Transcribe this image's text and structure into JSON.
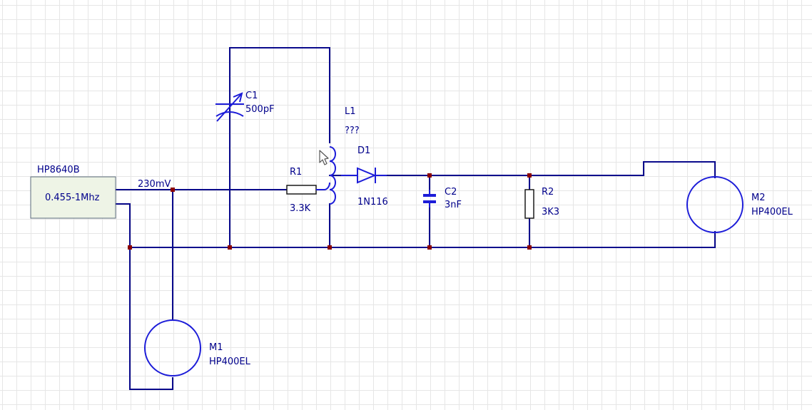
{
  "source": {
    "name": "HP8640B",
    "freq": "0.455-1Mhz",
    "level": "230mV"
  },
  "c1": {
    "ref": "C1",
    "value": "500pF"
  },
  "l1": {
    "ref": "L1",
    "value": "???"
  },
  "d1": {
    "ref": "D1",
    "value": "1N116"
  },
  "r1": {
    "ref": "R1",
    "value": "3.3K"
  },
  "c2": {
    "ref": "C2",
    "value": "3nF"
  },
  "r2": {
    "ref": "R2",
    "value": "3K3"
  },
  "m1": {
    "ref": "M1",
    "value": "HP400EL"
  },
  "m2": {
    "ref": "M2",
    "value": "HP400EL"
  },
  "colors": {
    "wire": "#0a0a8c",
    "symbol": "#1c1cd8",
    "junction": "#8b0000",
    "source_fill": "#eef4e6"
  }
}
